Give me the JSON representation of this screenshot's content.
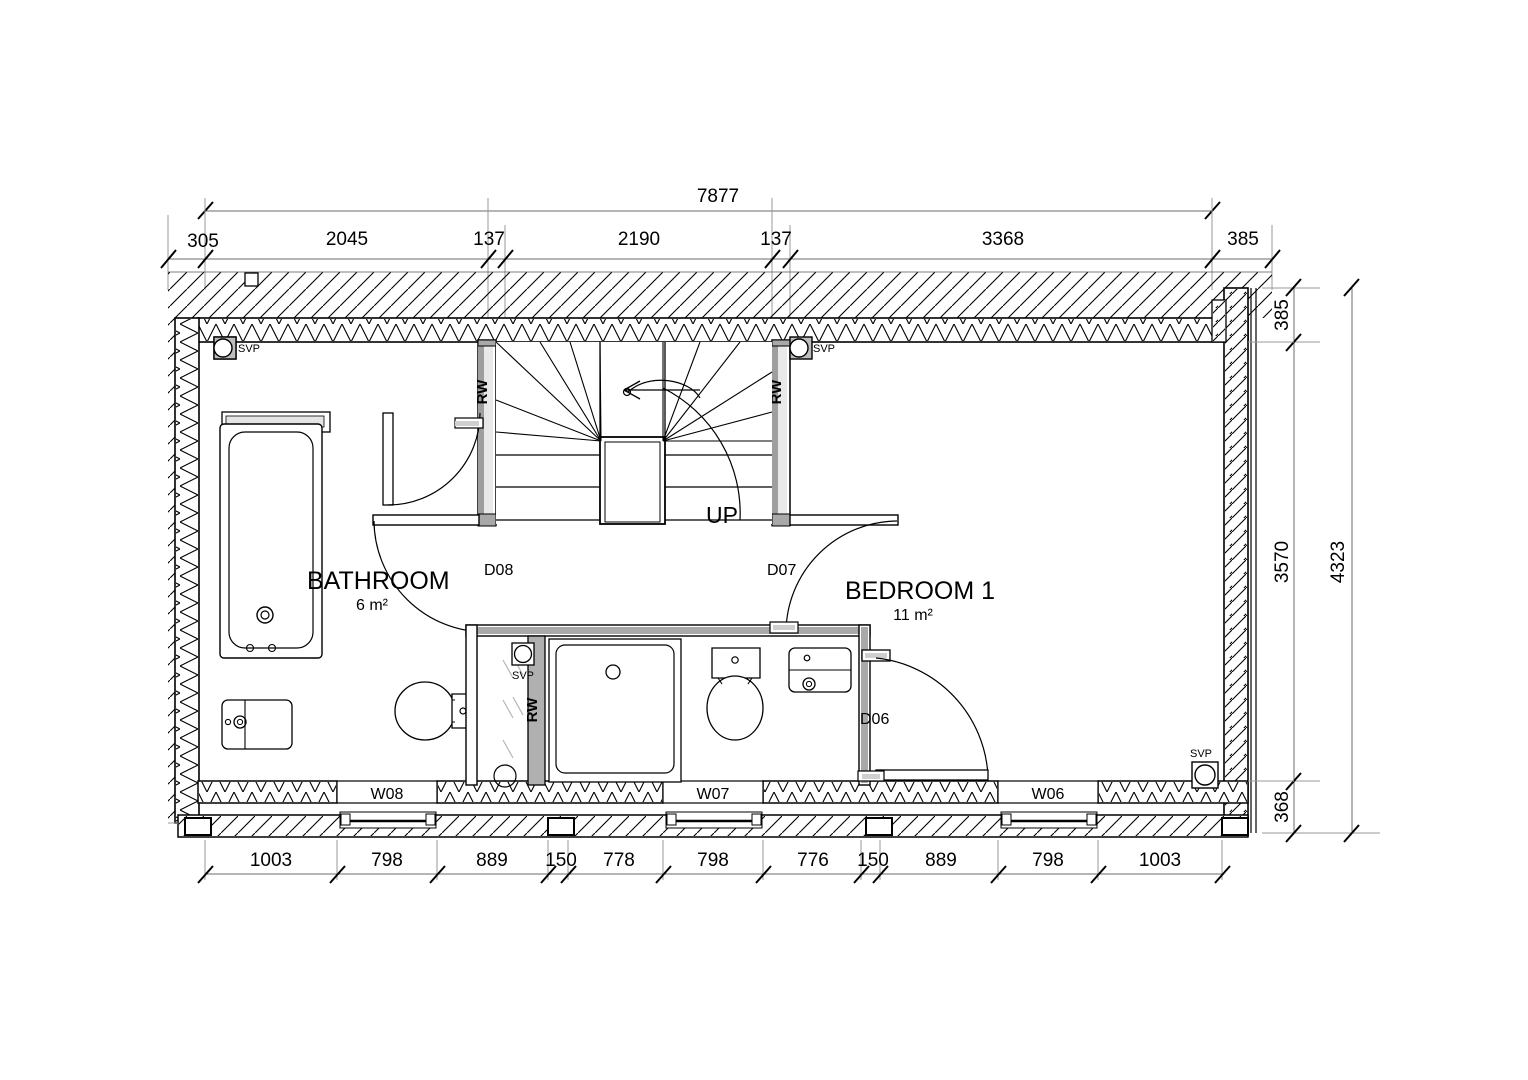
{
  "drawing": {
    "type": "architectural-floor-plan",
    "level": "first-floor",
    "units": "mm"
  },
  "dimensions": {
    "top_overall": "7877",
    "top_chain": [
      "305",
      "2045",
      "137",
      "2190",
      "137",
      "3368",
      "385"
    ],
    "bottom_chain": [
      "1003",
      "798",
      "889",
      "150",
      "778",
      "798",
      "776",
      "150",
      "889",
      "798",
      "1003"
    ],
    "right_overall": "4323",
    "right_chain": [
      "385",
      "3570",
      "368"
    ]
  },
  "rooms": [
    {
      "name": "BATHROOM",
      "area": "6 m²"
    },
    {
      "name": "BEDROOM 1",
      "area": "11 m²"
    }
  ],
  "doors": [
    {
      "tag": "D08"
    },
    {
      "tag": "D07"
    },
    {
      "tag": "D06"
    }
  ],
  "windows": [
    {
      "tag": "W08"
    },
    {
      "tag": "W07"
    },
    {
      "tag": "W06"
    }
  ],
  "annotations": {
    "stair_direction": "UP",
    "rain_water_pipe": "RW",
    "soil_vent_pipe": "SVP"
  },
  "services": {
    "svp_markers": [
      "SVP",
      "SVP",
      "SVP"
    ],
    "rw_markers": [
      "RW",
      "RW",
      "RW"
    ]
  },
  "colors": {
    "line": "#000000",
    "wall_fill": "#ffffff",
    "hatch": "#1a1a1a",
    "dim_line": "#808080",
    "riser_fill": "#b3b3b3",
    "frame_fill": "#d9d9d9"
  }
}
